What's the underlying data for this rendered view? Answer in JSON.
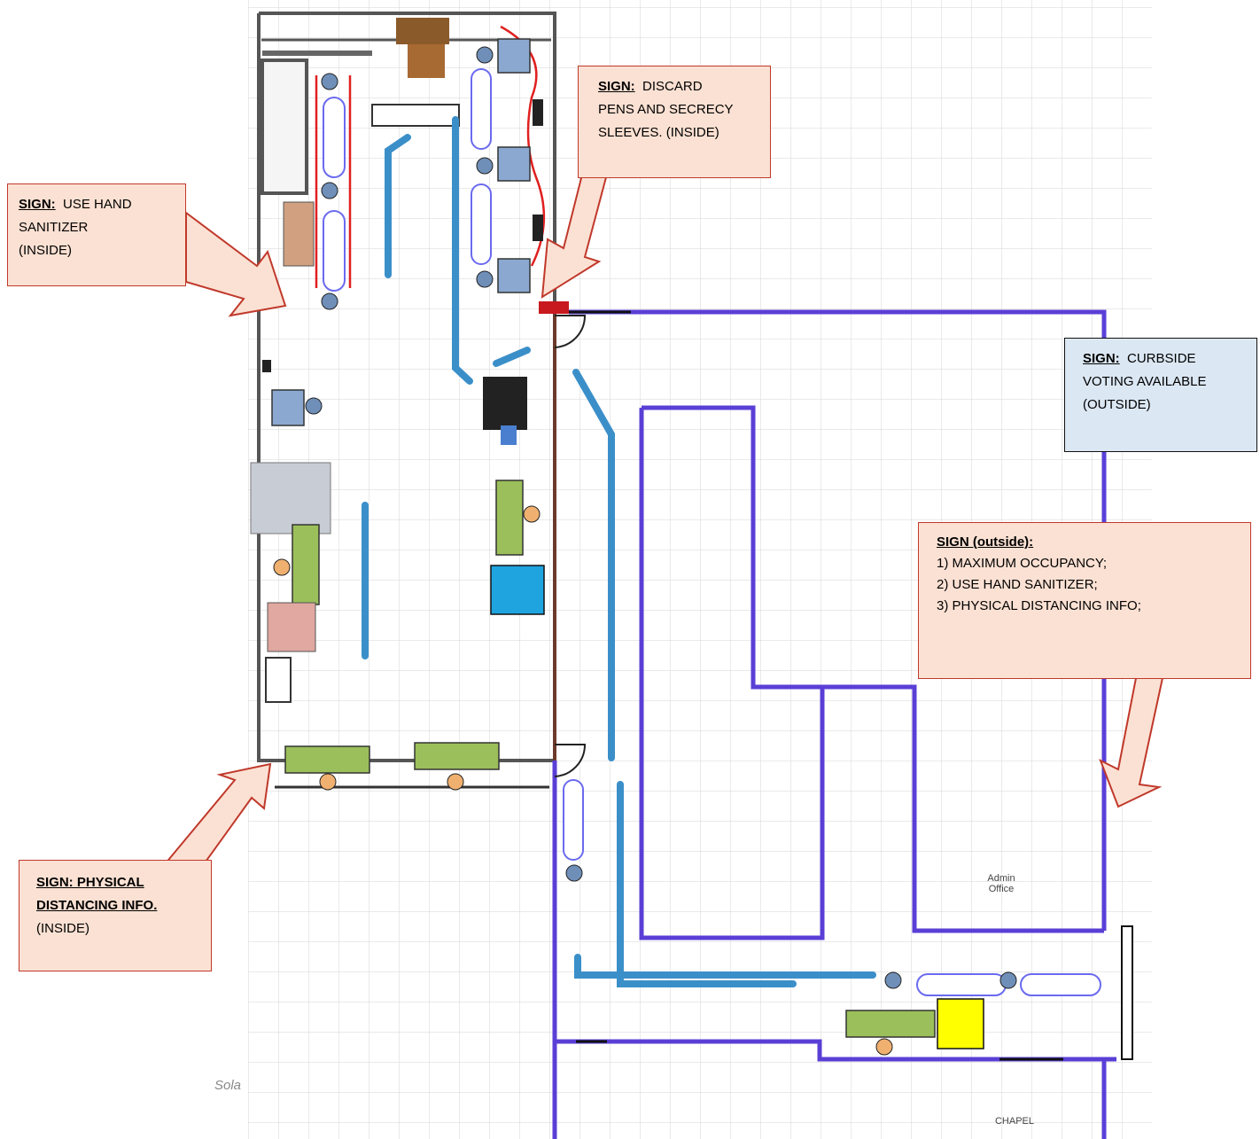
{
  "signs": {
    "hand_sanitizer_inside": {
      "label": "SIGN:",
      "text_line1": "USE HAND",
      "text_line2": "SANITIZER",
      "text_line3": "(INSIDE)"
    },
    "discard_pens": {
      "label": "SIGN:",
      "text_line1": "DISCARD",
      "text_line2": "PENS AND SECRECY",
      "text_line3": "SLEEVES. (INSIDE)"
    },
    "curbside": {
      "label": "SIGN:",
      "text_line1": "CURBSIDE",
      "text_line2": "VOTING AVAILABLE",
      "text_line3": "(OUTSIDE)"
    },
    "outside": {
      "label": "SIGN (outside):",
      "items": [
        "1) MAXIMUM OCCUPANCY;",
        "2) USE HAND SANITIZER;",
        "3) PHYSICAL DISTANCING INFO;"
      ]
    },
    "physical_distancing": {
      "label_line1": "SIGN: PHYSICAL",
      "label_line2": "DISTANCING INFO.",
      "text": "(INSIDE)"
    }
  },
  "rooms": {
    "admin_office_line1": "Admin",
    "admin_office_line2": "Office",
    "chapel": "CHAPEL"
  },
  "footer": {
    "text": "Sola"
  },
  "colors": {
    "callout_fill": "#fbe1d3",
    "callout_border": "#c0392b",
    "curbside_fill": "#dbe7f3",
    "wall_purple": "#5a3fd6",
    "arrow_blue": "#3b8fc9",
    "table_green": "#9bbf5a",
    "grid": "#d5d5d5"
  }
}
